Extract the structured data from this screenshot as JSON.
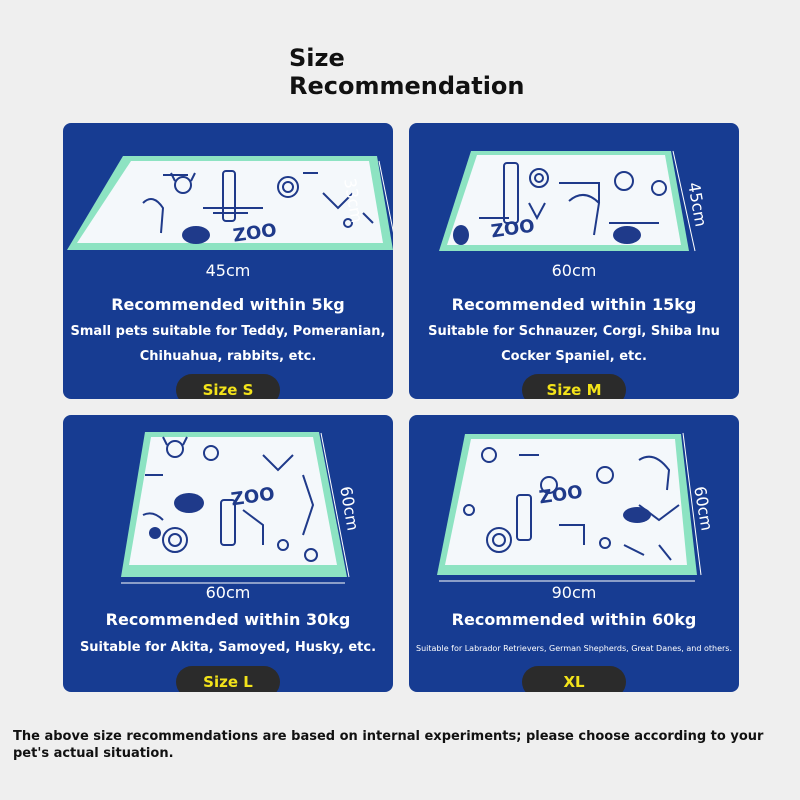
{
  "title": "Size Recommendation",
  "cards": [
    {
      "width": "45cm",
      "height": "33cm",
      "recommendation": "Recommended within 5kg",
      "desc_line1": "Small pets suitable for Teddy, Pomeranian,",
      "desc_line2": "Chihuahua, rabbits, etc.",
      "size": "Size S"
    },
    {
      "width": "60cm",
      "height": "45cm",
      "recommendation": "Recommended within 15kg",
      "desc_line1": "Suitable for Schnauzer, Corgi, Shiba Inu",
      "desc_line2": "Cocker Spaniel, etc.",
      "size": "Size M"
    },
    {
      "width": "60cm",
      "height": "60cm",
      "recommendation": "Recommended within 30kg",
      "desc_line1": "Suitable for Akita, Samoyed, Husky, etc.",
      "size": "Size L"
    },
    {
      "width": "90cm",
      "height": "60cm",
      "recommendation": "Recommended within 60kg",
      "desc_line1": "Suitable for Labrador Retrievers, German Shepherds, Great Danes, and others.",
      "size": "XL"
    }
  ],
  "mat_text": "ZOO",
  "colors": {
    "card_bg": "#173c92",
    "mat_border": "#8de3c2",
    "mat_print": "#1f3a8a",
    "badge_bg": "#2b2b2b",
    "badge_text": "#f3e31a"
  },
  "footnote": "The above size recommendations are based on internal experiments; please choose according to your pet's actual situation."
}
